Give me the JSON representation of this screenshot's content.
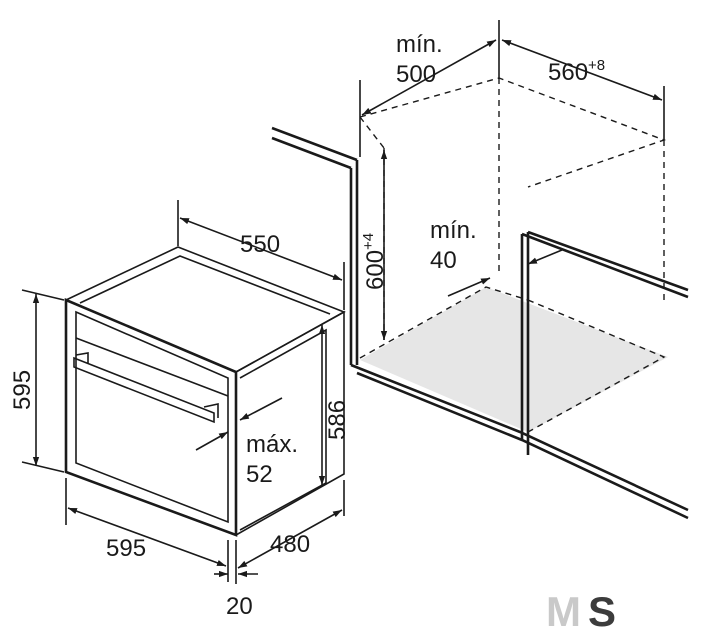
{
  "labels": {
    "depth_min": {
      "line1": "mín.",
      "line2": "500"
    },
    "width_niche": {
      "base": "560",
      "tolerance": "+8"
    },
    "height_niche": {
      "base": "600",
      "tolerance": "+4"
    },
    "gap_min": {
      "line1": "mín.",
      "line2": "40"
    },
    "oven_width_top": "550",
    "oven_height_front": "595",
    "oven_height_side": "586",
    "max_offset": {
      "line1": "máx.",
      "line2": "52"
    },
    "oven_width_bottom": "595",
    "oven_depth": "480",
    "front_thickness": "20"
  },
  "watermark": {
    "left": "M",
    "right": "S"
  }
}
